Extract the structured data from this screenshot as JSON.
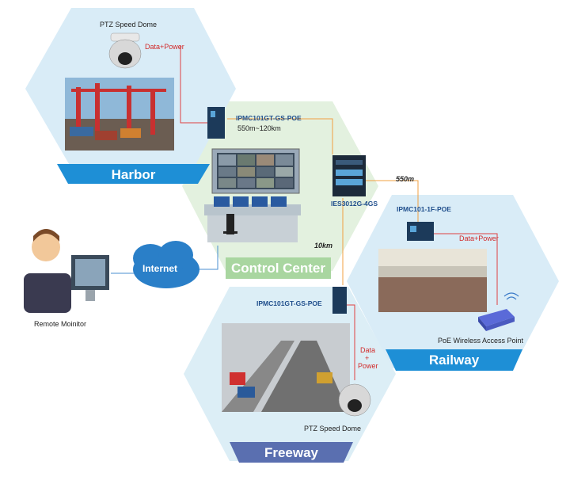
{
  "regions": {
    "harbor": "Harbor",
    "control_center": "Control Center",
    "railway": "Railway",
    "freeway": "Freeway"
  },
  "labels": {
    "ptz_top": "PTZ Speed Dome",
    "ptz_bottom": "PTZ Speed Dome",
    "data_power_top": "Data+Power",
    "data_power_right": "Data+Power",
    "data_power_bottom_1": "Data",
    "data_power_bottom_2": "+",
    "data_power_bottom_3": "Power",
    "switch_harbor": "IPMC101GT-GS-POE",
    "distance_harbor": "550m~120km",
    "switch_center": "IES3012G-4GS",
    "distance_550": "550m",
    "switch_railway": "IPMC101-1F-POE",
    "distance_10km": "10km",
    "switch_freeway": "IPMC101GT-GS-POE",
    "internet": "Internet",
    "remote": "Remote Moinitor",
    "wireless_ap": "PoE Wireless Access Point"
  },
  "colors": {
    "harbor_hex": "#d9ecf7",
    "railway_hex": "#d9ecf7",
    "freeway_hex": "#dceef6",
    "center_hex": "#e3f1df",
    "banner_blue": "#1e8fd6",
    "banner_green": "#a9d6a0",
    "banner_purple": "#5a6fb0",
    "link_orange": "#f0a040",
    "power_red": "#e04040"
  }
}
